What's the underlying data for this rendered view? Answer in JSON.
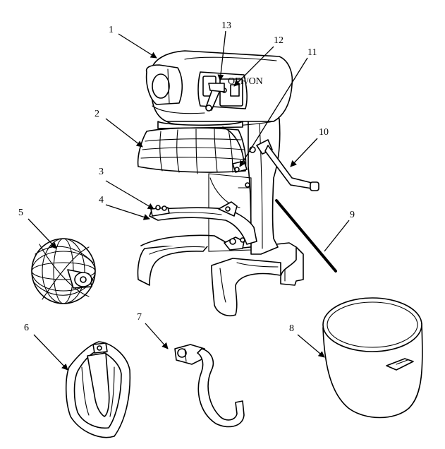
{
  "callouts": [
    {
      "id": "1",
      "label": "1"
    },
    {
      "id": "2",
      "label": "2"
    },
    {
      "id": "3",
      "label": "3"
    },
    {
      "id": "4",
      "label": "4"
    },
    {
      "id": "5",
      "label": "5"
    },
    {
      "id": "6",
      "label": "6"
    },
    {
      "id": "7",
      "label": "7"
    },
    {
      "id": "8",
      "label": "8"
    },
    {
      "id": "9",
      "label": "9"
    },
    {
      "id": "10",
      "label": "10"
    },
    {
      "id": "11",
      "label": "11"
    },
    {
      "id": "12",
      "label": "12"
    },
    {
      "id": "13",
      "label": "13"
    }
  ],
  "panel_text": "OFF/ON"
}
